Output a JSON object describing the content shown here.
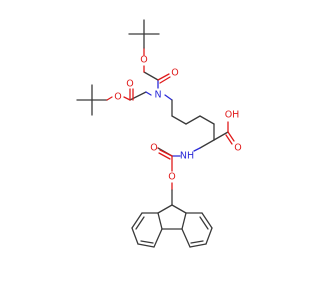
{
  "atoms": {
    "O": "O",
    "N": "N",
    "OH": "OH",
    "NH": "NH"
  },
  "colors": {
    "bond": "#3a3a3a",
    "oxygen": "#e01b1b",
    "nitrogen": "#2a2ad8",
    "background": "#ffffff"
  }
}
